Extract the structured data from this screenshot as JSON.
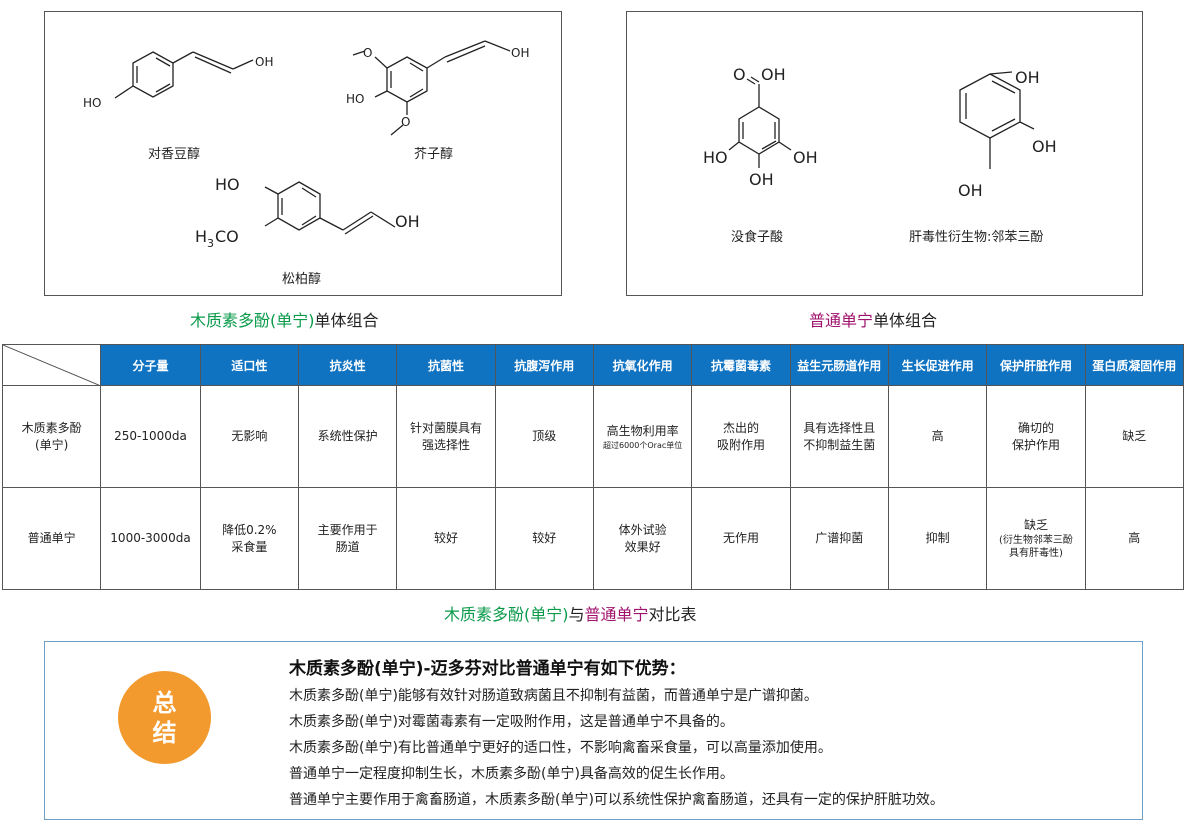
{
  "structures_left": {
    "molecules": [
      {
        "name": "对香豆醇",
        "labels": {
          "ho": "HO",
          "oh": "OH"
        }
      },
      {
        "name": "芥子醇",
        "labels": {
          "ho": "HO",
          "oh": "OH",
          "o_top": "O",
          "o_bottom": "O"
        }
      },
      {
        "name": "松柏醇",
        "labels": {
          "ho": "HO",
          "oh": "OH",
          "h3co_h": "H",
          "h3co_3": "3",
          "h3co_co": "CO"
        }
      }
    ],
    "caption": {
      "colored": "木质素多酚(单宁)",
      "rest": "单体组合"
    }
  },
  "structures_right": {
    "molecules": [
      {
        "name": "没食子酸",
        "labels": {
          "o": "O",
          "oh_top": "OH",
          "ho_left": "HO",
          "oh_right": "OH",
          "oh_bottom": "OH"
        }
      },
      {
        "name": "肝毒性衍生物:邻苯三酚",
        "labels": {
          "oh1": "OH",
          "oh2": "OH",
          "oh3": "OH"
        }
      }
    ],
    "caption": {
      "colored": "普通单宁",
      "rest": "单体组合"
    }
  },
  "table": {
    "headers": [
      "分子量",
      "适口性",
      "抗炎性",
      "抗菌性",
      "抗腹泻作用",
      "抗氧化作用",
      "抗霉菌毒素",
      "益生元肠道作用",
      "生长促进作用",
      "保护肝脏作用",
      "蛋白质凝固作用"
    ],
    "row1": {
      "label_line1": "木质素多酚",
      "label_line2": "(单宁)",
      "cells": {
        "mw": "250-1000da",
        "palat": "无影响",
        "anti_inflam": "系统性保护",
        "antibac_l1": "针对菌膜具有",
        "antibac_l2": "强选择性",
        "antidiarrhea": "顶级",
        "antiox_l1": "高生物利用率",
        "antiox_l2": "超过6000个Orac单位",
        "mycotoxin_l1": "杰出的",
        "mycotoxin_l2": "吸附作用",
        "prebiotic_l1": "具有选择性且",
        "prebiotic_l2": "不抑制益生菌",
        "growth": "高",
        "liver_l1": "确切的",
        "liver_l2": "保护作用",
        "protein": "缺乏"
      }
    },
    "row2": {
      "label": "普通单宁",
      "cells": {
        "mw": "1000-3000da",
        "palat_l1": "降低0.2%",
        "palat_l2": "采食量",
        "anti_inflam_l1": "主要作用于",
        "anti_inflam_l2": "肠道",
        "antibac": "较好",
        "antidiarrhea": "较好",
        "antiox_l1": "体外试验",
        "antiox_l2": "效果好",
        "mycotoxin": "无作用",
        "prebiotic": "广谱抑菌",
        "growth": "抑制",
        "liver_l1": "缺乏",
        "liver_l2": "(衍生物邻苯三酚",
        "liver_l3": "具有肝毒性)",
        "protein": "高"
      }
    },
    "caption": {
      "part1": "木质素多酚(单宁)",
      "part2": "与",
      "part3": "普通单宁",
      "part4": "对比表"
    }
  },
  "summary": {
    "badge_l1": "总",
    "badge_l2": "结",
    "title": "木质素多酚(单宁)-迈多芬对比普通单宁有如下优势：",
    "lines": [
      "木质素多酚(单宁)能够有效针对肠道致病菌且不抑制有益菌，而普通单宁是广谱抑菌。",
      "木质素多酚(单宁)对霉菌毒素有一定吸附作用，这是普通单宁不具备的。",
      "木质素多酚(单宁)有比普通单宁更好的适口性，不影响禽畜采食量，可以高量添加使用。",
      "普通单宁一定程度抑制生长，木质素多酚(单宁)具备高效的促生长作用。",
      "普通单宁主要作用于禽畜肠道，木质素多酚(单宁)可以系统性保护禽畜肠道，还具有一定的保护肝脏功效。"
    ]
  },
  "colors": {
    "header_blue": "#0f73c2",
    "green": "#0a9a4a",
    "magenta": "#a0136d",
    "badge_orange": "#f29a2e",
    "summary_border": "#6fa0cc"
  }
}
